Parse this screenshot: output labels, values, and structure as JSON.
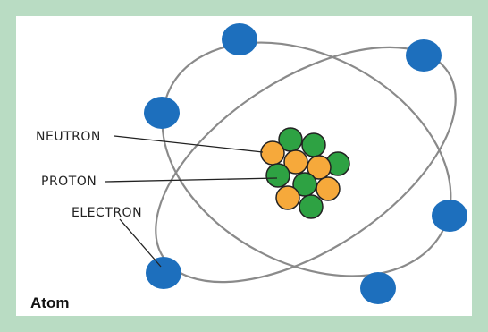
{
  "caption": "Atom",
  "labels": {
    "neutron": "NEUTRON",
    "proton": "PROTON",
    "electron": "ELECTRON"
  },
  "colors": {
    "frame": "#b9dcc3",
    "electron": "#1d6fbd",
    "proton": "#f6a93b",
    "neutron": "#2ea243",
    "orbit": "#8a8a8a"
  }
}
